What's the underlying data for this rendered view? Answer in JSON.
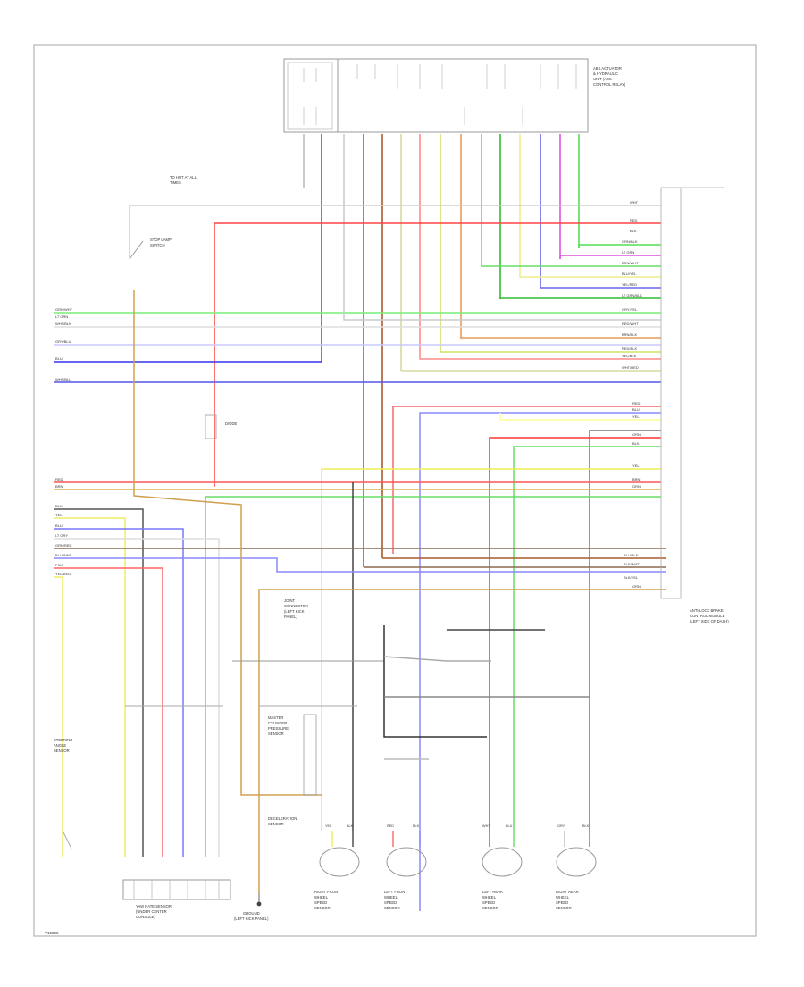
{
  "diagram": {
    "page_id": "V15090",
    "components": {
      "abs_relay": [
        "ABS ACTUATOR",
        "& HYDRAULIC",
        "UNIT (ABS",
        "CONTROL RELAY)"
      ],
      "abs_control_module": [
        "ANTI-LOCK BRAKE",
        "CONTROL MODULE",
        "(LEFT SIDE OF DASH)"
      ],
      "splice": [
        "JOINT",
        "CONNECTOR",
        "(LEFT KICK",
        "PANEL)"
      ],
      "stoplamp_switch": [
        "STOP LAMP",
        "SWITCH"
      ],
      "diode": [
        "DIODE"
      ],
      "fuse_note": [
        "TO HOT AT ALL",
        "TIMES"
      ],
      "yaw_sensor": [
        "YAW RATE SENSOR",
        "(UNDER CENTER",
        "CONSOLE)"
      ],
      "ground": [
        "GROUND",
        "(LEFT KICK PANEL)"
      ],
      "pressure_sensor": [
        "MASTER",
        "CYLINDER",
        "PRESSURE",
        "SENSOR"
      ],
      "deceleration_sensor": [
        "DECELERATION",
        "SENSOR"
      ],
      "steering_sensor": [
        "STEERING",
        "ANGLE",
        "SENSOR"
      ],
      "rf_sensor": [
        "RIGHT FRONT",
        "WHEEL",
        "SPEED",
        "SENSOR"
      ],
      "lf_sensor": [
        "LEFT FRONT",
        "WHEEL",
        "SPEED",
        "SENSOR"
      ],
      "lr_sensor": [
        "LEFT REAR",
        "WHEEL",
        "SPEED",
        "SENSOR"
      ],
      "rr_sensor": [
        "RIGHT REAR",
        "WHEEL",
        "SPEED",
        "SENSOR"
      ]
    },
    "wire_labels_right": [
      "WHT",
      "RED",
      "BLK",
      "GRN/BLK",
      "LT GRN",
      "BRN/WHT",
      "BLU/YEL",
      "YEL/RED",
      "LT GRN/BLK",
      "GRY/YEL",
      "RED/WHT",
      "BRN/BLK",
      "RED/BLK",
      "YEL/BLK",
      "WHT/RED",
      "RED",
      "BLU",
      "YEL",
      "GRN",
      "BLK",
      "YEL",
      "BRN",
      "GRN",
      "BLU/BLK",
      "BLK/WHT",
      "BLK/YEL",
      "GRN"
    ],
    "wire_labels_left": [
      "GRN/WHT",
      "LT GRN",
      "WHT/BLK",
      "GRY/BLU",
      "BLU",
      "WHT/BLU",
      "RED",
      "BRN"
    ],
    "wire_labels_lower_left": [
      "BLK",
      "YEL",
      "BLU",
      "LT GRY",
      "GRN/RED",
      "BLU/WHT",
      "PNK",
      "YEL/RED"
    ],
    "bottom_sensor_wires": [
      "YEL",
      "BLK",
      "RED",
      "BLK",
      "WHT",
      "BLU",
      "GRY",
      "BLK"
    ]
  }
}
